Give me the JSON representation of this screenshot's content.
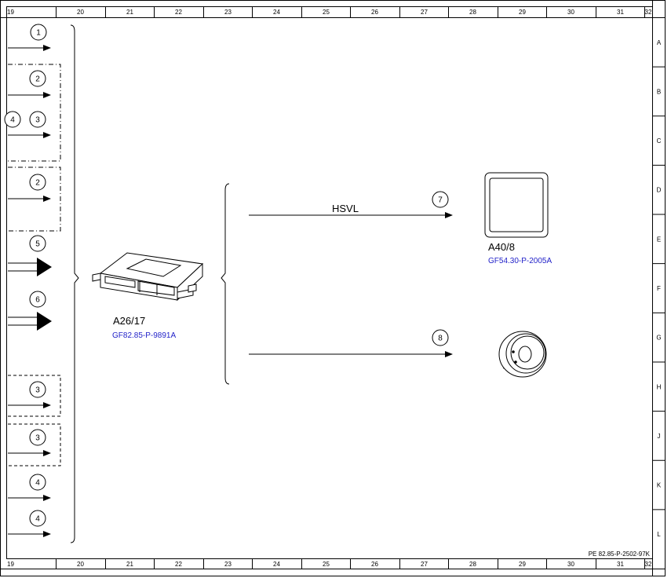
{
  "grid": {
    "columns": [
      "19",
      "20",
      "21",
      "22",
      "23",
      "24",
      "25",
      "26",
      "27",
      "28",
      "29",
      "30",
      "31",
      "32"
    ],
    "rows": [
      "A",
      "B",
      "C",
      "D",
      "E",
      "F",
      "G",
      "H",
      "J",
      "K",
      "L"
    ]
  },
  "inputs": [
    {
      "num": "1"
    },
    {
      "num": "2"
    },
    {
      "num": "4"
    },
    {
      "num": "3"
    },
    {
      "num": "2"
    },
    {
      "num": "5"
    },
    {
      "num": "6"
    },
    {
      "num": "3"
    },
    {
      "num": "3"
    },
    {
      "num": "4"
    },
    {
      "num": "4"
    }
  ],
  "control_unit": {
    "id": "A26/17",
    "ref": "GF82.85-P-9891A"
  },
  "outputs": [
    {
      "num": "7",
      "signal": "HSVL",
      "component_id": "A40/8",
      "component_ref": "GF54.30-P-2005A"
    },
    {
      "num": "8"
    }
  ],
  "footer_code": "PE 82.85-P-2502-97K",
  "colors": {
    "ink": "#000000",
    "ref_link": "#1f1fc8"
  }
}
